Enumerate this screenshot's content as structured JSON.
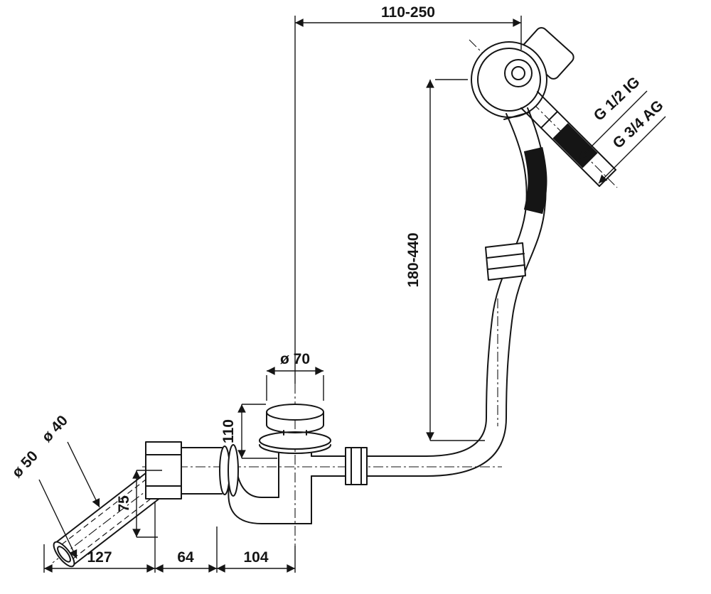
{
  "drawing": {
    "title": "Bathtub waste and overflow set - dimensional drawing",
    "labels": {
      "span_top": "110-250",
      "height_range": "180-440",
      "thread_ig": "G 1/2 IG",
      "thread_ag": "G 3/4 AG",
      "plug_diameter": "ø 70",
      "plug_height": "110",
      "pipe_inner_diameter": "ø 40",
      "pipe_outer_diameter": "ø 50",
      "overflow_height": "75",
      "bottom_left_width": "127",
      "bottom_middle_width": "64",
      "bottom_right_width": "104"
    },
    "colors": {
      "ink": "#151515",
      "paper": "#ffffff"
    }
  }
}
